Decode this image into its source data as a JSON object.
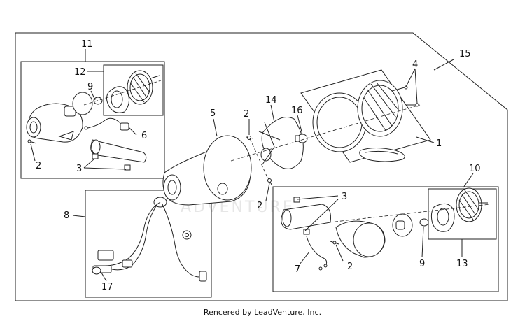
{
  "watermark": "ADVENTURE",
  "footer_text": "Rencered by LeadVenture, Inc.",
  "callouts": {
    "c11": "11",
    "c12": "12",
    "c9a": "9",
    "c6": "6",
    "c2a": "2",
    "c3a": "3",
    "c5": "5",
    "c2b": "2",
    "c14": "14",
    "c16": "16",
    "c4": "4",
    "c15": "15",
    "c1": "1",
    "c10": "10",
    "c2c": "2",
    "c3b": "3",
    "c8": "8",
    "c17": "17",
    "c7": "7",
    "c2d": "2",
    "c9b": "9",
    "c13": "13"
  }
}
